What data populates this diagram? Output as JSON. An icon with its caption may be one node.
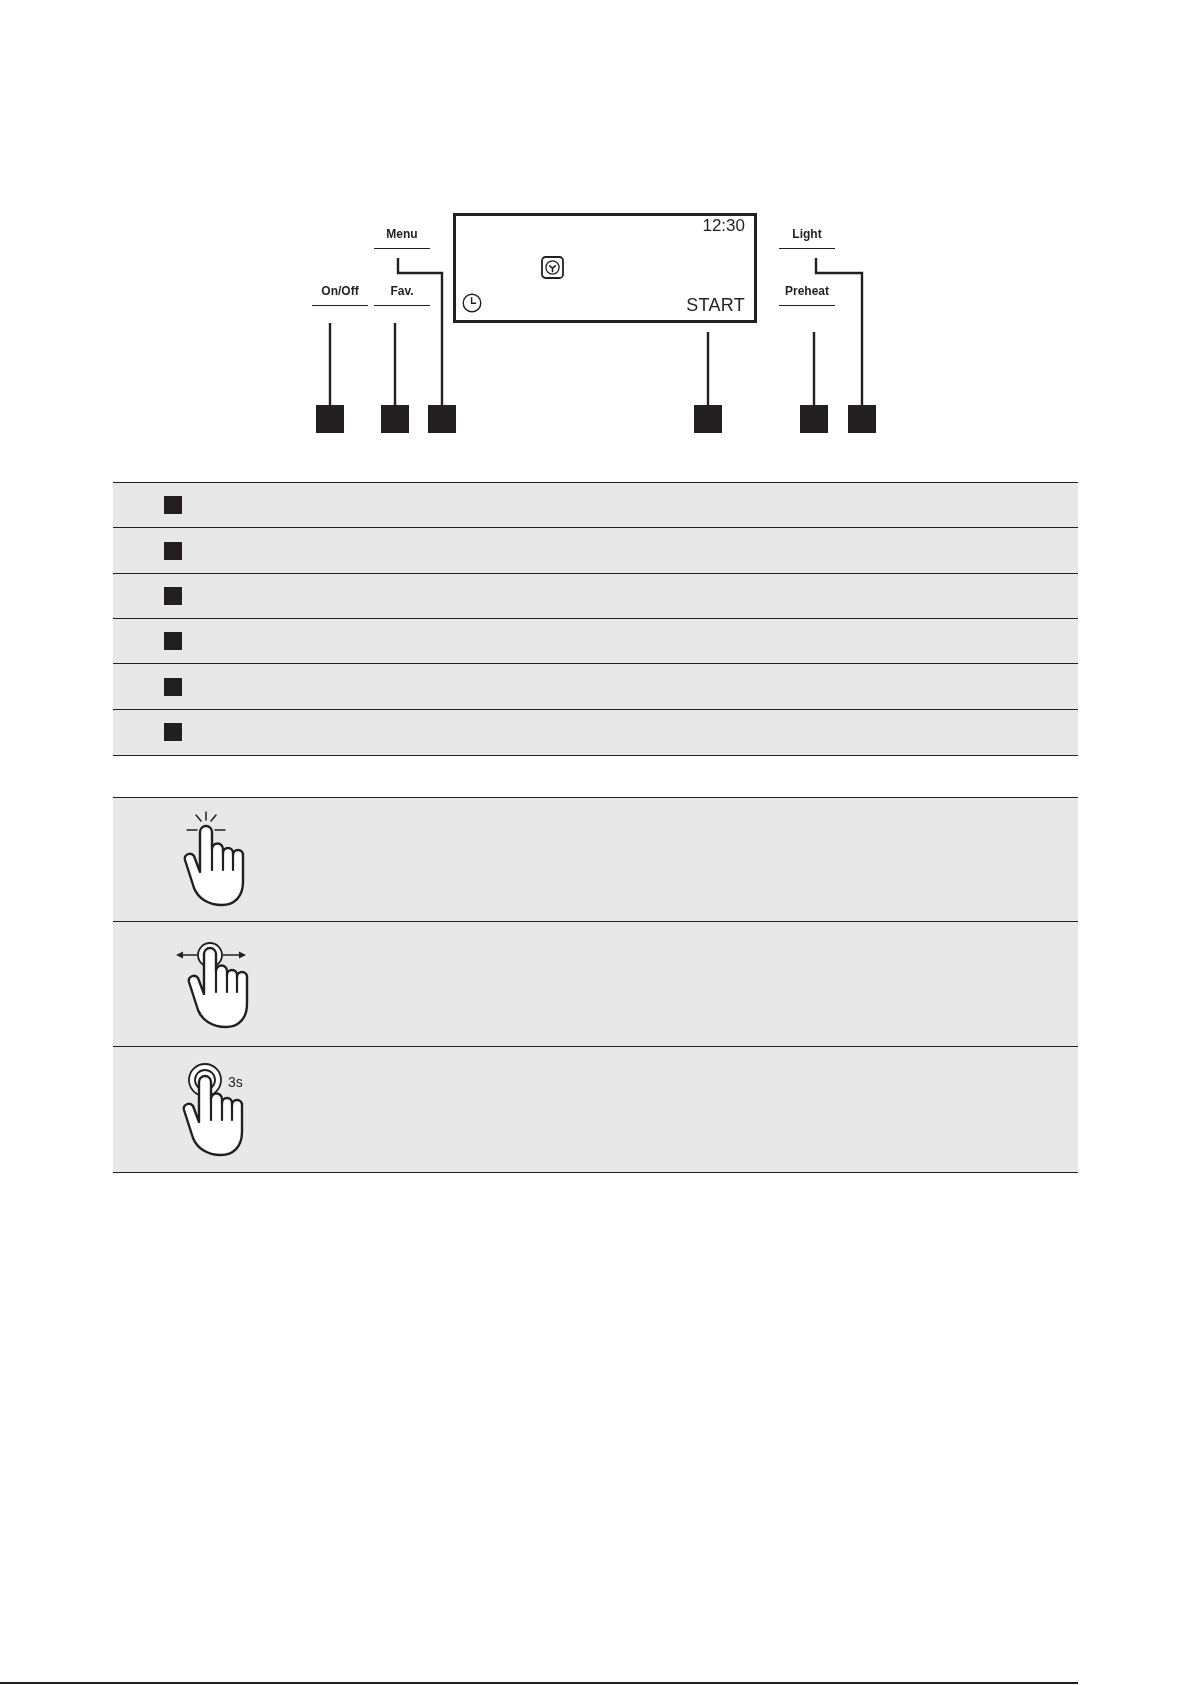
{
  "diagram": {
    "nodes": [
      {
        "text": [
          "Menu"
        ]
      },
      {
        "text": [
          "12:30",
          "START"
        ]
      },
      {
        "text": [
          "Light"
        ]
      },
      {
        "text": [
          "On/Off"
        ]
      },
      {
        "text": [
          "Fav."
        ]
      },
      {
        "text": [
          "Preheat"
        ]
      },
      {
        "text": [],
        "shape": "box"
      },
      {
        "text": [],
        "shape": "box"
      },
      {
        "text": [],
        "shape": "box"
      },
      {
        "text": [],
        "shape": "box"
      },
      {
        "text": [],
        "shape": "box"
      },
      {
        "text": [],
        "shape": "box"
      },
      {
        "text": [],
        "shape": "box"
      },
      {
        "text": [],
        "shape": "box"
      },
      {
        "text": [],
        "shape": "box"
      },
      {
        "text": [],
        "shape": "box"
      },
      {
        "text": [],
        "shape": "box"
      },
      {
        "text": [],
        "shape": "box"
      }
    ],
    "edges": [
      {
        "from": 6,
        "to": 3,
        "arrow": "none"
      },
      {
        "from": 7,
        "to": 4,
        "arrow": "none"
      },
      {
        "from": 8,
        "to": 0,
        "arrow": "none"
      },
      {
        "from": 9,
        "to": 1,
        "arrow": "none"
      },
      {
        "from": 10,
        "to": 5,
        "arrow": "none"
      },
      {
        "from": 11,
        "to": 2,
        "arrow": "none"
      }
    ],
    "labels": [
      "3s"
    ]
  }
}
